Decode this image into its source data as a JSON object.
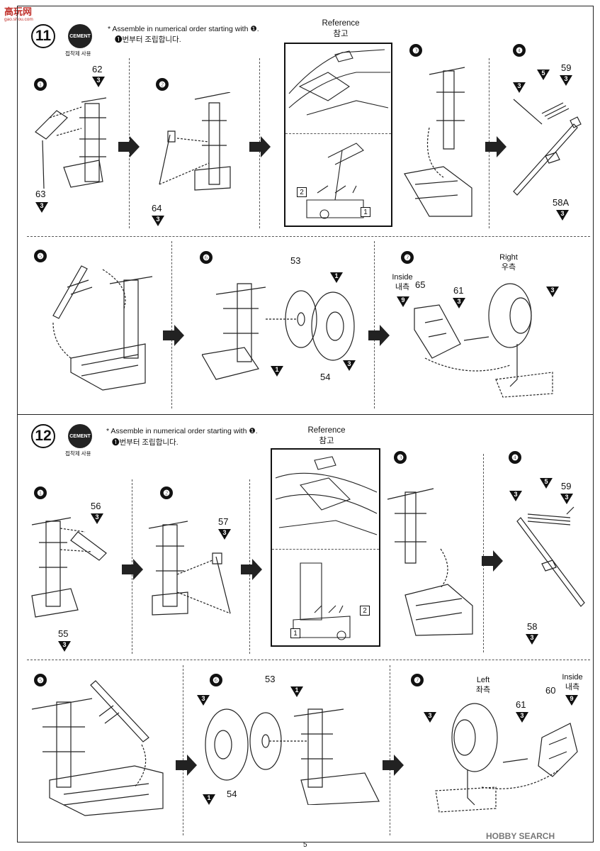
{
  "site_logo": {
    "title": "高玩网",
    "domain": "gao.shou.com"
  },
  "steps": [
    {
      "number": "11",
      "cement_label": "CEMENT",
      "cement_ko": "접착제 사용",
      "note_en": "* Assemble in numerical order starting with ❶.",
      "note_ko": "❶번부터 조립합니다.",
      "reference_en": "Reference",
      "reference_ko": "참고",
      "ref_tags": [
        "2",
        "1"
      ],
      "substeps": [
        "❶",
        "❷",
        "❸",
        "❹",
        "❺",
        "❻",
        "❼"
      ],
      "parts": {
        "p62": "62",
        "p63": "63",
        "p64": "64",
        "p59": "59",
        "p58a": "58A",
        "p53": "53",
        "p54": "54",
        "p65": "65",
        "p61": "61"
      },
      "tri_codes": {
        "c3": "3",
        "c5": "5",
        "c1": "1",
        "c9": "9"
      },
      "side_right_en": "Right",
      "side_right_ko": "우측",
      "side_inside_en": "Inside",
      "side_inside_ko": "내측"
    },
    {
      "number": "12",
      "cement_label": "CEMENT",
      "cement_ko": "접착제 사용",
      "note_en": "* Assemble in numerical order starting with ❶.",
      "note_ko": "❶번부터 조립합니다.",
      "reference_en": "Reference",
      "reference_ko": "참고",
      "ref_tags": [
        "1",
        "2"
      ],
      "substeps": [
        "❶",
        "❷",
        "❸",
        "❹",
        "❺",
        "❻",
        "❼"
      ],
      "parts": {
        "p56": "56",
        "p57": "57",
        "p55": "55",
        "p59": "59",
        "p58": "58",
        "p53": "53",
        "p54": "54",
        "p61": "61",
        "p60": "60"
      },
      "tri_codes": {
        "c3": "3",
        "c5": "5",
        "c1": "1",
        "c9": "9"
      },
      "side_left_en": "Left",
      "side_left_ko": "좌측",
      "side_inside_en": "Inside",
      "side_inside_ko": "내측"
    }
  ],
  "watermark": "HOBBY SEARCH",
  "page_number": "5"
}
